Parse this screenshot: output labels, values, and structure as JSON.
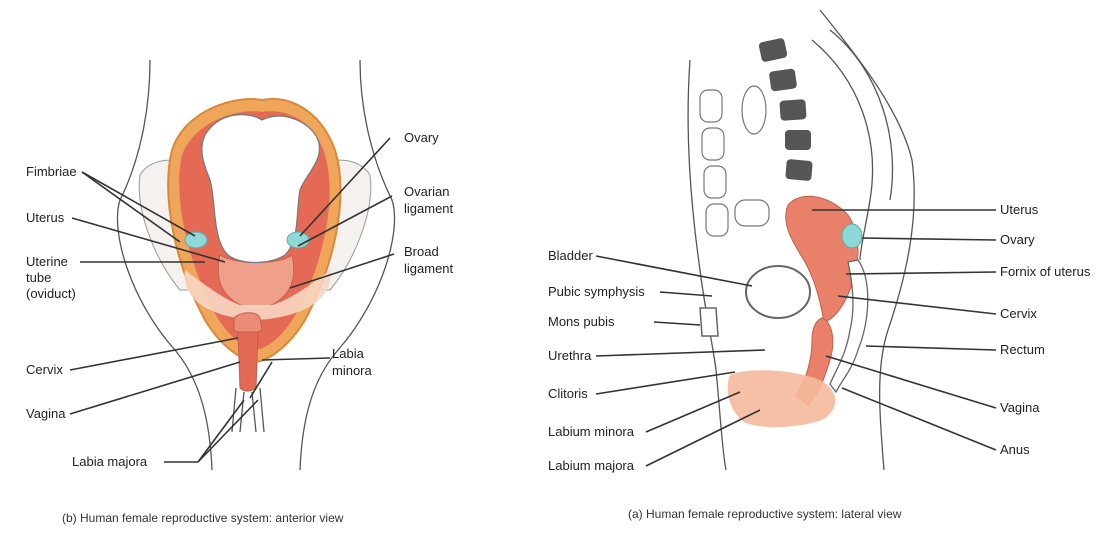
{
  "anterior": {
    "caption": "(b) Human female reproductive system: anterior view",
    "labels": {
      "fimbriae": "Fimbriae",
      "uterus": "Uterus",
      "uterine_tube_1": "Uterine",
      "uterine_tube_2": "tube",
      "uterine_tube_3": "(oviduct)",
      "cervix": "Cervix",
      "vagina": "Vagina",
      "labia_majora": "Labia majora",
      "ovary": "Ovary",
      "ovarian_ligament_1": "Ovarian",
      "ovarian_ligament_2": "ligament",
      "broad_ligament_1": "Broad",
      "broad_ligament_2": "ligament",
      "labia_minora_1": "Labia",
      "labia_minora_2": "minora"
    }
  },
  "lateral": {
    "caption": "(a) Human female reproductive system: lateral view",
    "labels": {
      "bladder": "Bladder",
      "pubic_symphysis": "Pubic symphysis",
      "mons_pubis": "Mons pubis",
      "urethra": "Urethra",
      "clitoris": "Clitoris",
      "labium_minora": "Labium minora",
      "labium_majora": "Labium majora",
      "uterus": "Uterus",
      "ovary": "Ovary",
      "fornix": "Fornix of uterus",
      "cervix": "Cervix",
      "rectum": "Rectum",
      "vagina": "Vagina",
      "anus": "Anus"
    }
  },
  "colors": {
    "organ": "#e8806a",
    "tissue": "#f4b99c",
    "ovary": "#8fd8d8",
    "bone": "#ffffff",
    "outline": "#555555"
  }
}
